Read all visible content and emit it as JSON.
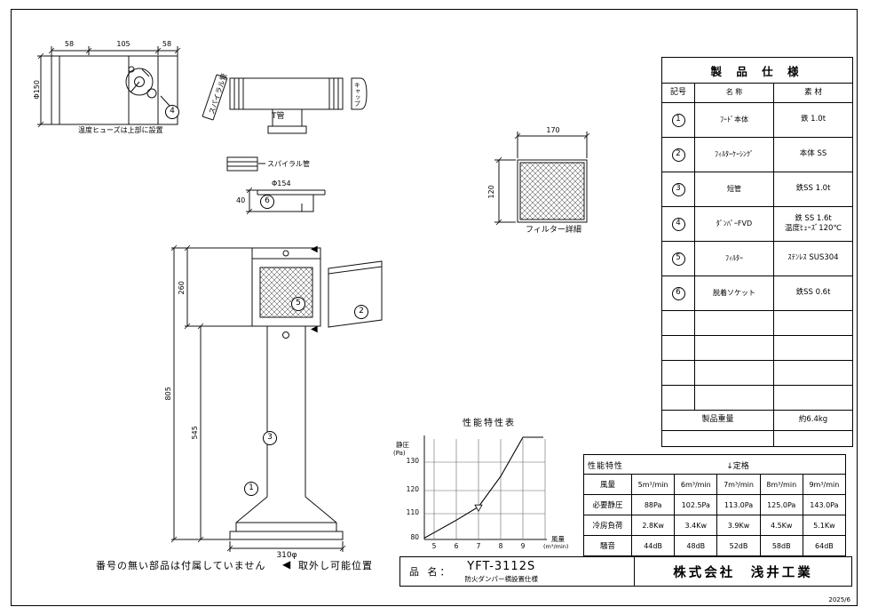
{
  "page": {
    "date": "2025/6"
  },
  "drawing": {
    "dims": {
      "d58a": "58",
      "d105": "105",
      "d58b": "58",
      "phi150": "Φ150",
      "phi154": "Φ154",
      "d40": "40",
      "d170": "170",
      "d120": "120",
      "d260": "260",
      "d805": "805",
      "d545": "545",
      "d310": "310φ"
    },
    "labels": {
      "fuse_note": "温度ヒューズは上部に設置",
      "spiral_diag": "スパイラル管",
      "t_pipe": "T管",
      "cap": "キャップ",
      "spiral": "スパイラル管",
      "filter_detail": "フィルター詳細"
    },
    "callouts": {
      "c1": "1",
      "c2": "2",
      "c3": "3",
      "c4": "4",
      "c5": "5",
      "c6": "6"
    },
    "marker": "◀"
  },
  "spec_table": {
    "title": "製 品 仕 様",
    "col_symbol": "記号",
    "col_name": "名 称",
    "col_material": "素 材",
    "rows": [
      {
        "sym": "1",
        "name": "ﾌｰﾄﾞ本体",
        "mat": "鉄  1.0t"
      },
      {
        "sym": "2",
        "name": "ﾌｨﾙﾀｰｹｰｼﾝｸﾞ",
        "mat": "本体 SS"
      },
      {
        "sym": "3",
        "name": "短管",
        "mat": "鉄SS  1.0t"
      },
      {
        "sym": "4",
        "name": "ﾀﾞﾝﾊﾟｰFVD",
        "mat": "鉄 SS 1.6t",
        "mat2": "温度ﾋｭｰｽﾞ120℃"
      },
      {
        "sym": "5",
        "name": "ﾌｨﾙﾀｰ",
        "mat": "ｽﾃﾝﾚｽ SUS304"
      },
      {
        "sym": "6",
        "name": "脱着ソケット",
        "mat": "鉄SS  0.6t"
      }
    ],
    "weight_label": "製品重量",
    "weight_value": "約6.4kg"
  },
  "perf_table": {
    "title": "性能特性",
    "rated_label": "↓定格",
    "rows": [
      {
        "label": "風量",
        "values": [
          "5m³/min",
          "6m³/min",
          "7m³/min",
          "8m³/min",
          "9m³/min"
        ]
      },
      {
        "label": "必要静圧",
        "values": [
          "88Pa",
          "102.5Pa",
          "113.0Pa",
          "125.0Pa",
          "143.0Pa"
        ]
      },
      {
        "label": "冷房負荷",
        "values": [
          "2.8Kw",
          "3.4Kw",
          "3.9Kw",
          "4.5Kw",
          "5.1Kw"
        ]
      },
      {
        "label": "騒音",
        "values": [
          "44dB",
          "48dB",
          "52dB",
          "58dB",
          "64dB"
        ]
      }
    ]
  },
  "chart_data": {
    "type": "line",
    "title": "性能特性表",
    "xlabel": "風量 (m³/min)",
    "ylabel": "静圧 (Pa)",
    "xlabel_line1": "風量",
    "xlabel_line2": "(m³/min)",
    "ylabel_line1": "静圧",
    "ylabel_line2": "(Pa)",
    "x": [
      5,
      6,
      7,
      8,
      9
    ],
    "series": [
      {
        "name": "必要静圧",
        "values": [
          88,
          102.5,
          113.0,
          125.0,
          143.0
        ]
      }
    ],
    "yticks": [
      80,
      110,
      120,
      130
    ],
    "xticks": [
      5,
      6,
      7,
      8,
      9
    ],
    "rated_x": 7,
    "grid": true,
    "legend": false
  },
  "notes": {
    "no_number": "番号の無い部品は付属していません",
    "marker": "◀",
    "removable": "取外し可能位置"
  },
  "title_block": {
    "name_label": "品 名：",
    "model": "YFT-3112S",
    "spec": "防火ダンパー横設置仕様",
    "company": "株式会社　浅井工業"
  }
}
